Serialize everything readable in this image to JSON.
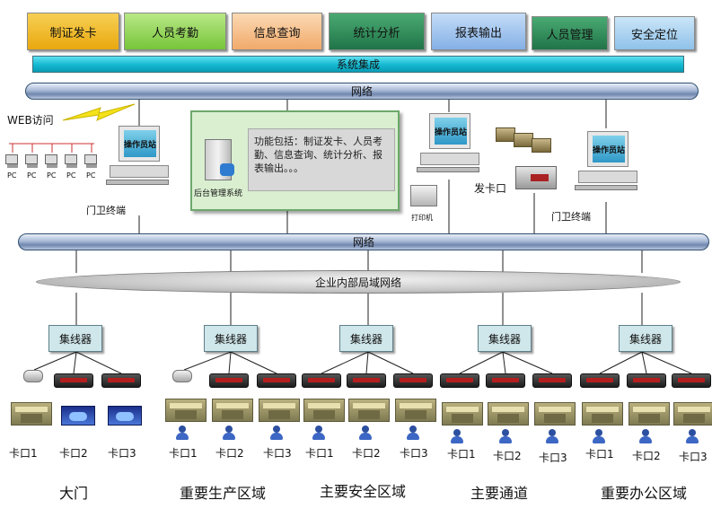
{
  "tabs": [
    {
      "label": "制证发卡",
      "color": "#f2b21d"
    },
    {
      "label": "人员考勤",
      "color": "#8fd14f"
    },
    {
      "label": "信息查询",
      "color": "#f7c38e"
    },
    {
      "label": "统计分析",
      "color": "#2e8b57"
    },
    {
      "label": "报表输出",
      "color": "#9ec3ee"
    },
    {
      "label": "人员管理",
      "color": "#2e8b57"
    },
    {
      "label": "安全定位",
      "color": "#a9d4f2"
    }
  ],
  "system_bar": "系统集成",
  "network_top": "网络",
  "network_mid": "网络",
  "lan": "企业内部局域网络",
  "web_access": "WEB访问",
  "pc_label": "PC",
  "operator_station": "操作员站",
  "guard_terminal": "门卫终端",
  "server_label": "后台管理系统",
  "function_desc": "功能包括：制证发卡、人员考勤、信息查询、统计分析、报表输出。。。",
  "printer_label": "打印机",
  "card_issuer": "发卡口",
  "hub_label": "集线器",
  "checkpoints": {
    "k1": "卡口1",
    "k2": "卡口2",
    "k3": "卡口3"
  },
  "zones": [
    "大门",
    "重要生产区域",
    "主要安全区域",
    "主要通道",
    "重要办公区域"
  ]
}
